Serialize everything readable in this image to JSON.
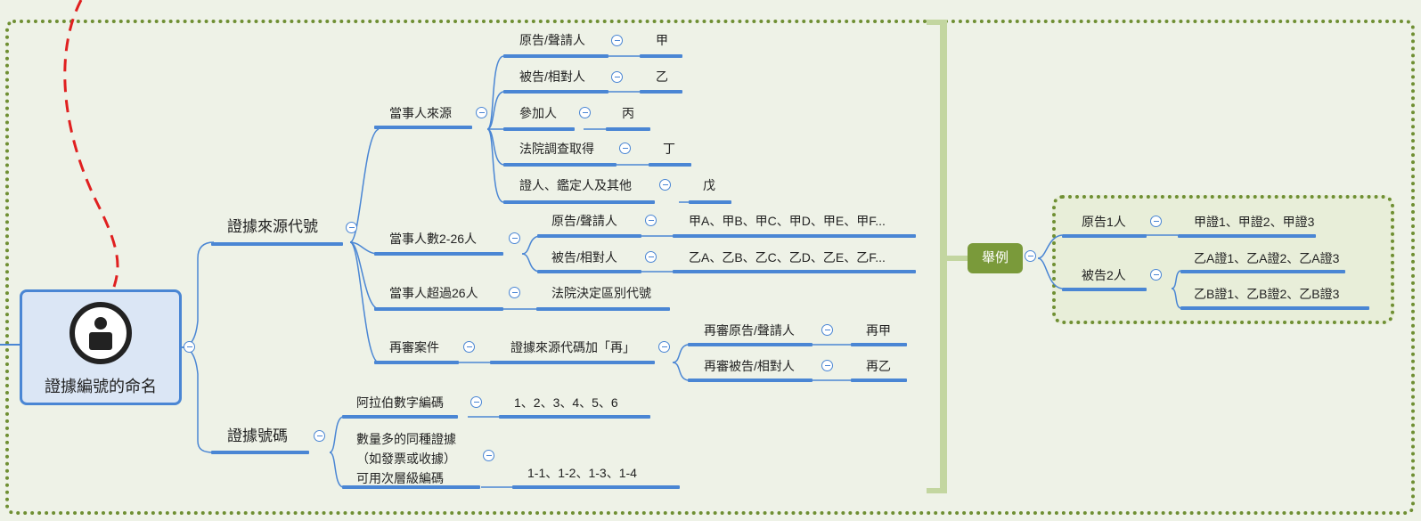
{
  "root": {
    "title": "證據編號的命名",
    "icon": "person-badge-icon"
  },
  "branches": {
    "source_code": {
      "label": "證據來源代號",
      "party_source": {
        "label": "當事人來源",
        "items": [
          {
            "label": "原告/聲請人",
            "code": "甲"
          },
          {
            "label": "被告/相對人",
            "code": "乙"
          },
          {
            "label": "參加人",
            "code": "丙"
          },
          {
            "label": "法院調查取得",
            "code": "丁"
          },
          {
            "label": "證人、鑑定人及其他",
            "code": "戊"
          }
        ]
      },
      "party_count": {
        "label": "當事人數2-26人",
        "items": [
          {
            "label": "原告/聲請人",
            "code": "甲A、甲B、甲C、甲D、甲E、甲F..."
          },
          {
            "label": "被告/相對人",
            "code": "乙A、乙B、乙C、乙D、乙E、乙F..."
          }
        ]
      },
      "over26": {
        "label": "當事人超過26人",
        "value": "法院決定區別代號"
      },
      "retrial": {
        "label": "再審案件",
        "sub_label": "證據來源代碼加「再」",
        "items": [
          {
            "label": "再審原告/聲請人",
            "code": "再甲"
          },
          {
            "label": "再審被告/相對人",
            "code": "再乙"
          }
        ]
      }
    },
    "number": {
      "label": "證據號碼",
      "arabic": {
        "label": "阿拉伯數字編碼",
        "value": "1、2、3、4、5、6"
      },
      "sublevel": {
        "label": "數量多的同種證據\n（如發票或收據）\n可用次層級編碼",
        "value": "1-1、1-2、1-3、1-4"
      }
    }
  },
  "example": {
    "label": "舉例",
    "plaintiff": {
      "label": "原告1人",
      "value": "甲證1、甲證2、甲證3"
    },
    "defendant": {
      "label": "被告2人",
      "values": [
        "乙A證1、乙A證2、乙A證3",
        "乙B證1、乙B證2、乙B證3"
      ]
    }
  },
  "colors": {
    "line": "#4a86d4",
    "frame": "#6f8f33",
    "example_node": "#7a9a3a",
    "bracket": "#c3d6a0",
    "relationship": "#e02020",
    "root_fill": "#dbe6f5"
  }
}
